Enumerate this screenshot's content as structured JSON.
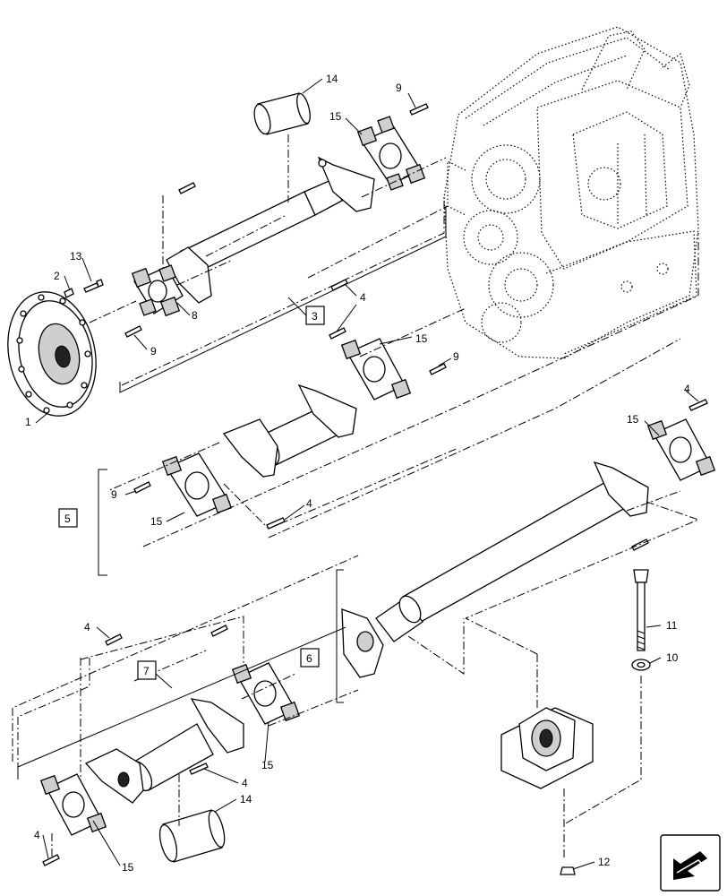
{
  "diagram": {
    "callouts": {
      "c1": "1",
      "c2": "2",
      "c13": "13",
      "c8": "8",
      "c9a": "9",
      "c9b": "9",
      "c9c": "9",
      "c9d": "9",
      "c14a": "14",
      "c14b": "14",
      "c15a": "15",
      "c15b": "15",
      "c15c": "15",
      "c15d": "15",
      "c15e": "15",
      "c15f": "15",
      "c4a": "4",
      "c4b": "4",
      "c4c": "4",
      "c4d": "4",
      "c4e": "4",
      "c11": "11",
      "c10": "10",
      "c12": "12"
    },
    "assemblies": {
      "a3": "3",
      "a5": "5",
      "a6": "6",
      "a7": "7"
    },
    "nav_icon": "previous-page-arrow-icon"
  }
}
